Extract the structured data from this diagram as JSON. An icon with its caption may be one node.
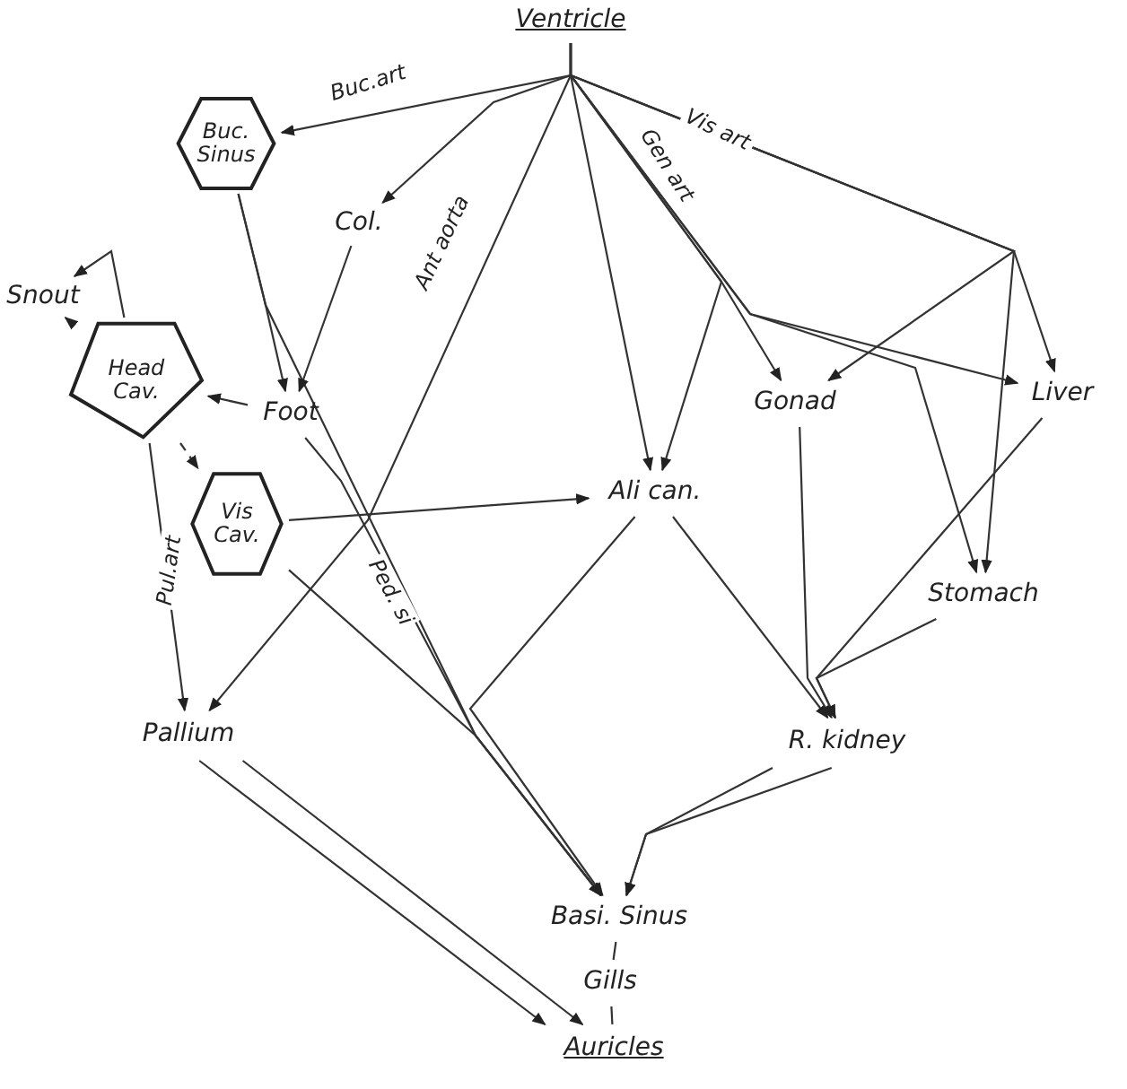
{
  "diagram": {
    "nodes": [
      {
        "text": [
          "Ventricle"
        ]
      },
      {
        "text": [
          "Buc. Sinus"
        ]
      },
      {
        "text": [
          "Col."
        ]
      },
      {
        "text": [
          "Snout"
        ]
      },
      {
        "text": [
          "Head Cav."
        ]
      },
      {
        "text": [
          "Foot"
        ]
      },
      {
        "text": [
          "Vis Cav."
        ]
      },
      {
        "text": [
          "Gonad"
        ]
      },
      {
        "text": [
          "Liver"
        ]
      },
      {
        "text": [
          "Ali can."
        ]
      },
      {
        "text": [
          "Stomach"
        ]
      },
      {
        "text": [
          "Pallium"
        ]
      },
      {
        "text": [
          "R. kidney"
        ]
      },
      {
        "text": [
          "Basi. Sinus"
        ]
      },
      {
        "text": [
          "Gills"
        ]
      },
      {
        "text": [
          "Auricles"
        ]
      }
    ],
    "edges": [
      {
        "from": 0,
        "to": 1,
        "arrow": "to",
        "label": "Buc.art"
      },
      {
        "from": 0,
        "to": 2,
        "arrow": "to"
      },
      {
        "from": 0,
        "to": 11,
        "arrow": "to",
        "label": "Ant aorta"
      },
      {
        "from": 0,
        "to": 9,
        "arrow": "to"
      },
      {
        "from": 0,
        "to": 7,
        "arrow": "to",
        "label": "Gen art"
      },
      {
        "from": 0,
        "to": 9,
        "arrow": "to"
      },
      {
        "from": 0,
        "to": 8,
        "arrow": "to",
        "label": "Vis art"
      },
      {
        "from": 0,
        "to": 7,
        "arrow": "to"
      },
      {
        "from": 0,
        "to": 10,
        "arrow": "to"
      },
      {
        "from": 0,
        "to": 8,
        "arrow": "to"
      },
      {
        "from": 0,
        "to": 10,
        "arrow": "to"
      },
      {
        "from": 1,
        "to": 5,
        "arrow": "to"
      },
      {
        "from": 1,
        "to": 13,
        "arrow": "to",
        "label": "Ped. si"
      },
      {
        "from": 2,
        "to": 5,
        "arrow": "to"
      },
      {
        "from": 5,
        "to": 4,
        "arrow": "to"
      },
      {
        "from": 5,
        "to": 13,
        "arrow": "to"
      },
      {
        "from": 3,
        "to": 4,
        "arrow": "to"
      },
      {
        "from": 4,
        "to": 3,
        "arrow": "to"
      },
      {
        "from": 4,
        "to": 6,
        "arrow": "to",
        "style": "dashed"
      },
      {
        "from": 4,
        "to": 11,
        "arrow": "to",
        "label": "Pul.art"
      },
      {
        "from": 6,
        "to": 9,
        "arrow": "to"
      },
      {
        "from": 6,
        "to": 13,
        "arrow": "to"
      },
      {
        "from": 9,
        "to": 13,
        "arrow": "to"
      },
      {
        "from": 9,
        "to": 12,
        "arrow": "to"
      },
      {
        "from": 7,
        "to": 12,
        "arrow": "to"
      },
      {
        "from": 8,
        "to": 12,
        "arrow": "to"
      },
      {
        "from": 10,
        "to": 12,
        "arrow": "to"
      },
      {
        "from": 12,
        "to": 13,
        "arrow": "to"
      },
      {
        "from": 12,
        "to": 13,
        "arrow": "to"
      },
      {
        "from": 11,
        "to": 15,
        "arrow": "to"
      },
      {
        "from": 11,
        "to": 15,
        "arrow": "to"
      },
      {
        "from": 13,
        "to": 14,
        "arrow": "none"
      },
      {
        "from": 14,
        "to": 15,
        "arrow": "none"
      }
    ]
  }
}
